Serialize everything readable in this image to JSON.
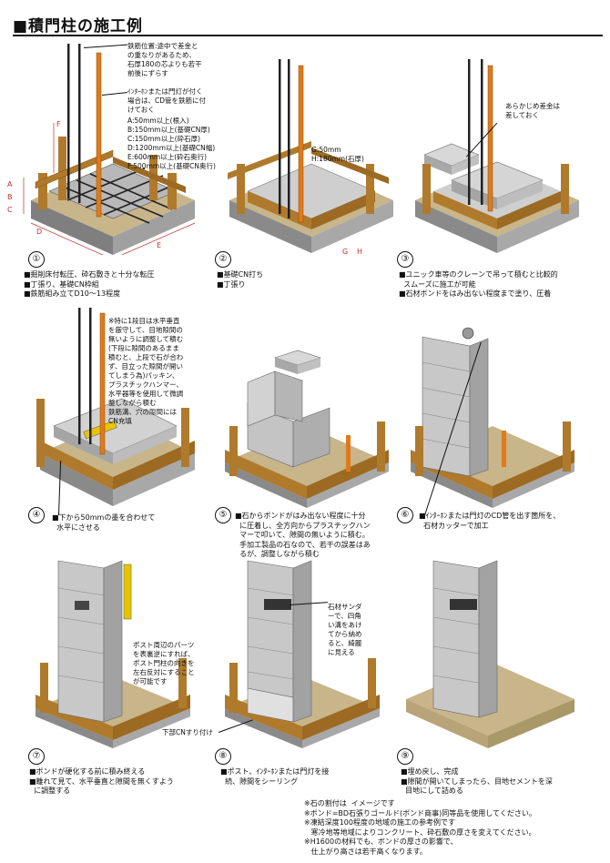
{
  "title": "■積門柱の施工例",
  "steps": [
    {
      "no": "①",
      "caption": "■掘削床付転圧、砕石敷きと十分な転圧\n■丁張り、基礎CN枠組\n■鉄筋組み立てD10〜13程度"
    },
    {
      "no": "②",
      "caption": "■基礎CN打ち\n■丁張り"
    },
    {
      "no": "③",
      "caption": "■ユニック車等のクレーンで吊って積むと比較的\n  スムーズに施工が可能\n■石材ボンドをはみ出ない程度まで塗り、圧着"
    },
    {
      "no": "④",
      "caption": "■下から50mmの墨を合わせて\n  水平にさせる"
    },
    {
      "no": "⑤",
      "caption": "■石からボンドがはみ出ない程度に十分\n  に圧着し、全方向からプラスチックハン\n  マーで叩いて、隙間の無いように積む。\n  手加工製品の石なので、若干の誤差はあ\n  るが、調整しながら積む"
    },
    {
      "no": "⑥",
      "caption": "■ｲﾝﾀｰﾎﾝまたは門灯のCD管を出す箇所を、\n  石材カッターで加工"
    },
    {
      "no": "⑦",
      "caption": "■ボンドが硬化する前に積み終える\n■離れて見て、水平垂直と隙間を無くすよう\n  に調整する"
    },
    {
      "no": "⑧",
      "caption": "■ポスト、ｲﾝﾀｰﾎﾝまたは門灯を接\n  続、隙間をシーリング"
    },
    {
      "no": "⑨",
      "caption": "■埋め戻し、完成\n■隙間が開いてしまったら、目地セメントを深\n  目地にして詰める"
    }
  ],
  "notes": {
    "rebar": "鉄筋位置:途中で差金と\nの重なりがあるため、\n石厚180の芯よりも若干\n前後にずらす",
    "cd_pipe": "ｲﾝﾀｰﾎﾝまたは門灯が付く\n場合は、CD管を鉄筋に付\nけておく",
    "dims": "A:50mm以上(根入)\nB:150mm以上(基礎CN厚)\nC:150mm以上(砕石厚)\nD:1200mm以上(基礎CN幅)\nE:600mm以上(砕石奥行)\nF:500mm以上(基礎CN奥行)",
    "gh": "G:50mm\nH:180mm(石厚)",
    "sashigane": "あらかじめ差金は\n差しておく",
    "first_course": "※特に1段目は水平垂直\nを厳守して、目地隙間の\n無いように調整して積む\n(下段に隙間のあるまま\n積むと、上段で石が合わ\nず、目立った隙間が開い\nてしまう為)パッキン、\nプラスチックハンマー、\n水平器等を使用して微調\n整しながら積む\n鉄筋溝、穴の隙間には\nCN充填",
    "post_parts": "ポスト周辺のパーツ\nを表裏逆にすれば、\nポスト門柱の向きを\n左右反対にすること\nが可能です",
    "sander": "石材サンダ\nーで、四角\nい溝をあけ\nてから納め\nると、綺麗\nに見える",
    "cn_bottom": "下部CNすり付け"
  },
  "dim_letters": [
    "A",
    "B",
    "C",
    "D",
    "E",
    "F",
    "G",
    "H"
  ],
  "footer": "※石の割付は  イメージです\n※ボンド=BD石張りゴールド(ボンド商事)同等品を使用してください。\n※凍結深度100程度の地域の施工の参考例です\n   寒冷地等地域によりコンクリート、砕石敷の厚さを変えてください。\n※H1600の材料でも、ボンドの厚さの影響で、\n   仕上がり高さは若干高くなります。",
  "colors": {
    "stone": "#c9c9c9",
    "stone_dark": "#9a9a9a",
    "wood": "#b07a2c",
    "wood_dark": "#7a5218",
    "rebar": "#e07a1a",
    "gravel": "#8a8a8a",
    "soil": "#c8b58a"
  }
}
